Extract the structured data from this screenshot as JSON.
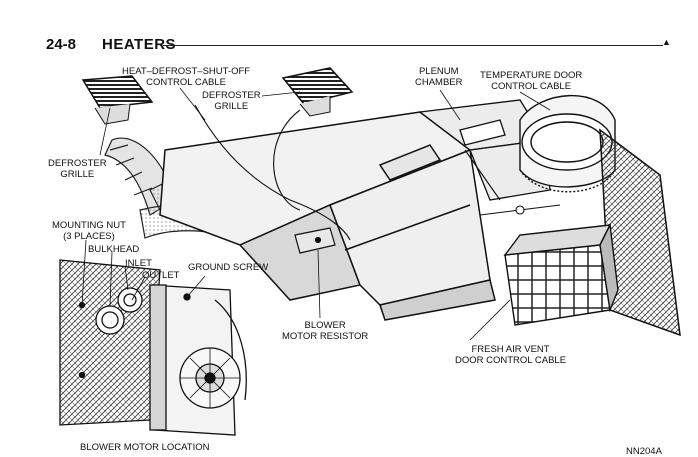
{
  "header": {
    "page_number": "24-8",
    "section_title": "HEATERS"
  },
  "callouts": {
    "heat_defrost_cable": [
      "HEAT–DEFROST–SHUT-OFF",
      "CONTROL CABLE"
    ],
    "defroster_grille_top": [
      "DEFROSTER",
      "GRILLE"
    ],
    "defroster_grille_left": [
      "DEFROSTER",
      "GRILLE"
    ],
    "plenum_chamber": [
      "PLENUM",
      "CHAMBER"
    ],
    "temperature_door_cable": [
      "TEMPERATURE DOOR",
      "CONTROL CABLE"
    ],
    "mounting_nut": [
      "MOUNTING NUT",
      "(3 PLACES)"
    ],
    "bulkhead": "BULKHEAD",
    "inlet": "INLET",
    "outlet": "OUTLET",
    "ground_screw": "GROUND SCREW",
    "blower_motor_resistor": [
      "BLOWER",
      "MOTOR RESISTOR"
    ],
    "fresh_air_vent_cable": [
      "FRESH AIR VENT",
      "DOOR CONTROL CABLE"
    ],
    "blower_motor_location": "BLOWER MOTOR LOCATION"
  },
  "figure_ref": "NN204A"
}
